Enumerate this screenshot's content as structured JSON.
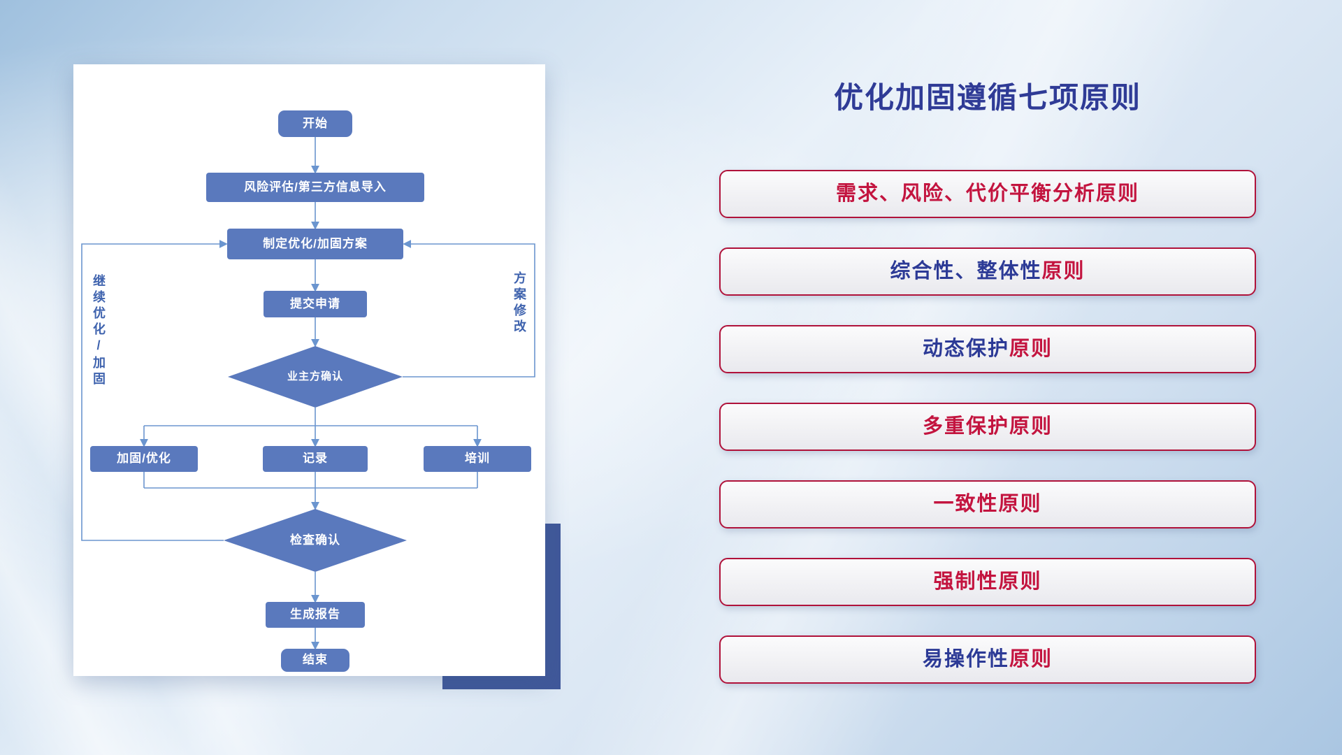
{
  "flowchart": {
    "nodes": {
      "start": "开始",
      "risk_import": "风险评估/第三方信息导入",
      "make_plan": "制定优化/加固方案",
      "submit": "提交申请",
      "owner_confirm": "业主方确认",
      "harden": "加固/优化",
      "record": "记录",
      "training": "培训",
      "check_confirm": "检查确认",
      "report": "生成报告",
      "end": "结束"
    },
    "loop_labels": {
      "continue_optimize": "继续优化/加固",
      "plan_revise": "方案修改"
    },
    "colors": {
      "node_fill": "#5a79bd",
      "connector": "#6b95cf",
      "accent_rect": "#40589a",
      "loop_label_text": "#3f63ae"
    }
  },
  "panel": {
    "title": "优化加固遵循七项原则",
    "principles": [
      {
        "blue": "",
        "red": "需求、风险、代价平衡分析原则"
      },
      {
        "blue": "综合性、整体性",
        "red": "原则"
      },
      {
        "blue": "动态保护",
        "red": "原则"
      },
      {
        "blue": "",
        "red": "多重保护原则"
      },
      {
        "blue": "",
        "red": "一致性原则"
      },
      {
        "blue": "",
        "red": "强制性原则"
      },
      {
        "blue": "易操作性",
        "red": "原则"
      }
    ],
    "colors": {
      "title_text": "#2f3b96",
      "principle_red_text": "#c3143f",
      "principle_blue_text": "#2c3a96",
      "box_border": "#b0123a"
    }
  }
}
